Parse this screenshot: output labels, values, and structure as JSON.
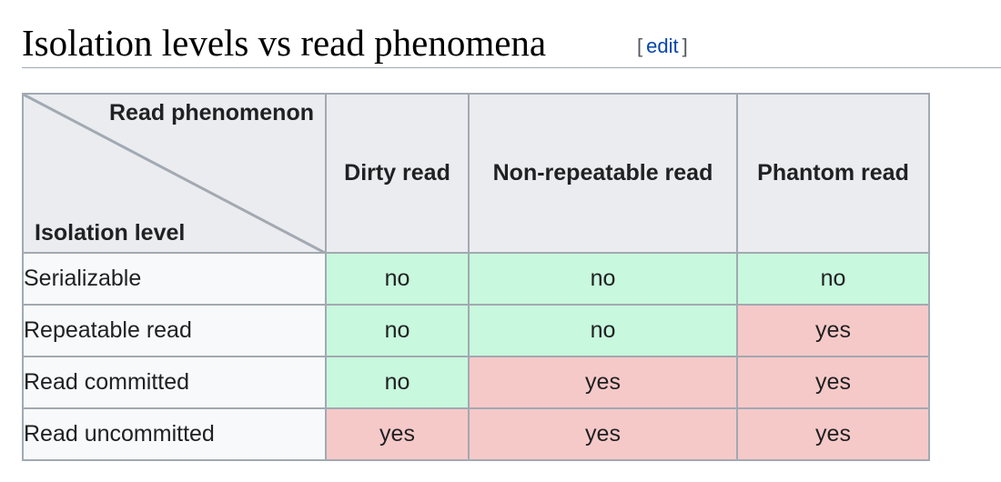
{
  "heading": {
    "title": "Isolation levels vs read phenomena",
    "edit_open": "[",
    "edit_label": "edit",
    "edit_close": "]"
  },
  "table": {
    "corner_top": "Read phenomenon",
    "corner_bottom": "Isolation level",
    "columns": [
      "Dirty read",
      "Non-repeatable read",
      "Phantom read"
    ],
    "rows": [
      {
        "label": "Serializable",
        "values": [
          "no",
          "no",
          "no"
        ]
      },
      {
        "label": "Repeatable read",
        "values": [
          "no",
          "no",
          "yes"
        ]
      },
      {
        "label": "Read committed",
        "values": [
          "no",
          "yes",
          "yes"
        ]
      },
      {
        "label": "Read uncommitted",
        "values": [
          "yes",
          "yes",
          "yes"
        ]
      }
    ]
  },
  "colors": {
    "no_bg": "#c8f8de",
    "yes_bg": "#f6c9c9",
    "header_bg": "#eaecf0",
    "link": "#0645ad"
  }
}
